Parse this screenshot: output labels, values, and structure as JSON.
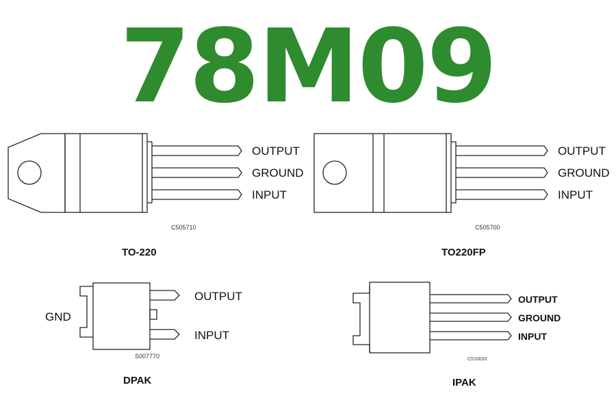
{
  "title": "78M09",
  "colors": {
    "title": "#2e8b2e",
    "line": "#222222"
  },
  "packages": {
    "to220": {
      "name": "TO-220",
      "code": "C505710",
      "pins": [
        "OUTPUT",
        "GROUND",
        "INPUT"
      ]
    },
    "to220fp": {
      "name": "TO220FP",
      "code": "C505700",
      "pins": [
        "OUTPUT",
        "GROUND",
        "INPUT"
      ]
    },
    "dpak": {
      "name": "DPAK",
      "code": "S007770",
      "tab_label": "GND",
      "pins": [
        "OUTPUT",
        "INPUT"
      ]
    },
    "ipak": {
      "name": "IPAK",
      "code": "C510033",
      "pins": [
        "OUTPUT",
        "GROUND",
        "INPUT"
      ]
    }
  }
}
